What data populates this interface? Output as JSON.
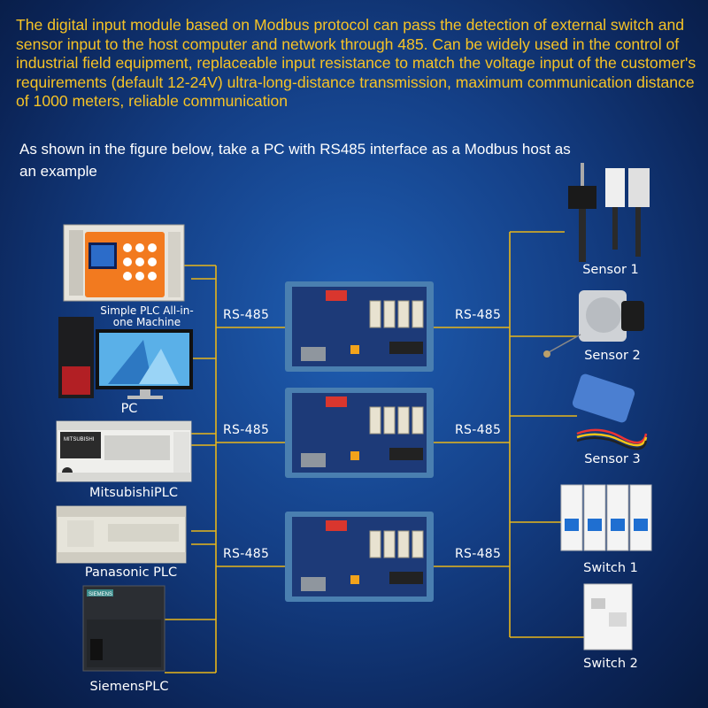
{
  "intro": {
    "paragraph": "The digital input module based on Modbus protocol can pass the detection of external switch and sensor input to the host computer and network through 485. Can be widely used in the control of industrial field equipment, replaceable input resistance to match the voltage input of the customer's requirements (default 12-24V) ultra-long-distance transmission, maximum communication distance of 1000 meters, reliable communication"
  },
  "example": {
    "text": "As shown in the figure below, take a PC with RS485 interface as a Modbus host as an example"
  },
  "hosts": [
    {
      "label": "Simple PLC All-in-one Machine"
    },
    {
      "label": "PC"
    },
    {
      "label": "MitsubishiPLC"
    },
    {
      "label": "Panasonic PLC"
    },
    {
      "label": "SiemensPLC"
    }
  ],
  "bus_labels": {
    "left_1": "RS-485",
    "left_2": "RS-485",
    "left_3": "RS-485",
    "right_1": "RS-485",
    "right_2": "RS-485",
    "right_3": "RS-485"
  },
  "peripherals": [
    {
      "label": "Sensor 1"
    },
    {
      "label": "Sensor 2"
    },
    {
      "label": "Sensor 3"
    },
    {
      "label": "Switch 1"
    },
    {
      "label": "Switch 2"
    }
  ],
  "colors": {
    "accent_text": "#f6c326",
    "wire": "#e8b61a",
    "module_board": "#1d3a78",
    "module_rail": "#4a7fb0"
  },
  "device_text": {
    "mitsubishi_brand": "MITSUBISHI",
    "siemens_brand": "SIEMENS"
  }
}
